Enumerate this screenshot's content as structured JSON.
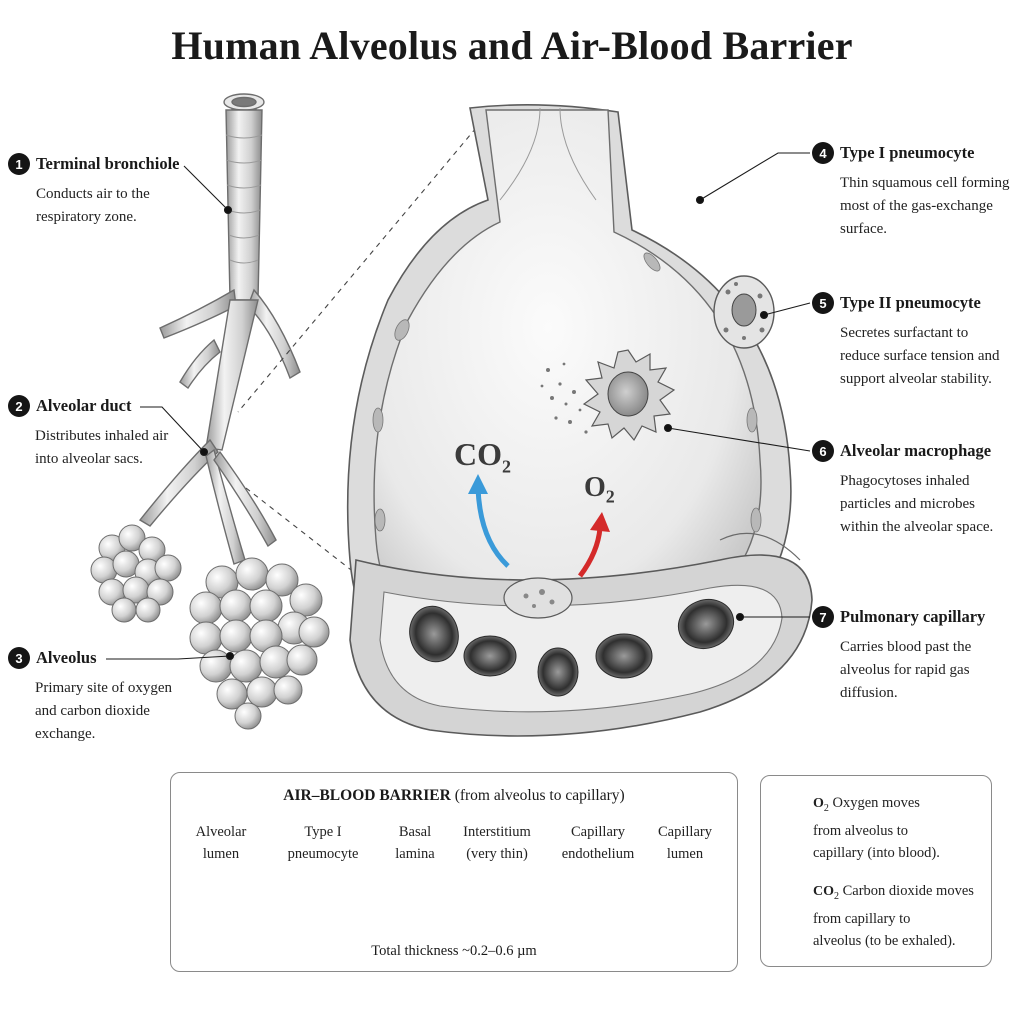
{
  "title": "Human Alveolus and Air-Blood Barrier",
  "colors": {
    "o2_arrow": "#d42a2a",
    "co2_arrow": "#3a9ad9",
    "ink": "#1a1a1a"
  },
  "labels": [
    {
      "num": "1",
      "name": "Terminal bronchiole",
      "desc": "Conducts air to the\nrespiratory zone."
    },
    {
      "num": "2",
      "name": "Alveolar duct",
      "desc": "Distributes inhaled air\ninto alveolar sacs."
    },
    {
      "num": "3",
      "name": "Alveolus",
      "desc": "Primary site of oxygen\nand carbon dioxide\nexchange."
    },
    {
      "num": "4",
      "name": "Type I pneumocyte",
      "desc": "Thin squamous cell forming\nmost of the gas-exchange\nsurface."
    },
    {
      "num": "5",
      "name": "Type II pneumocyte",
      "desc": "Secretes surfactant to\nreduce surface tension and\nsupport alveolar stability."
    },
    {
      "num": "6",
      "name": "Alveolar macrophage",
      "desc": "Phagocytoses inhaled\nparticles and microbes\nwithin the alveolar space."
    },
    {
      "num": "7",
      "name": "Pulmonary capillary",
      "desc": "Carries blood past the\nalveolus for rapid gas\ndiffusion."
    }
  ],
  "gases": {
    "co2_base": "CO",
    "o2_base": "O",
    "sub": "2"
  },
  "barrier": {
    "title_bold": "AIR–BLOOD BARRIER",
    "title_rest": " (from alveolus to capillary)",
    "columns": [
      "Alveolar\nlumen",
      "Type I\npneumocyte",
      "Basal\nlamina",
      "Interstitium\n(very thin)",
      "Capillary\nendothelium",
      "Capillary\nlumen"
    ],
    "thickness": "Total thickness ~0.2–0.6 µm"
  },
  "legend": {
    "o2_sym": "O",
    "o2_sub": "2",
    "o2_text": " Oxygen moves\nfrom alveolus to\ncapillary (into blood).",
    "co2_sym": "CO",
    "co2_sub": "2",
    "co2_text": " Carbon dioxide moves\nfrom capillary to\nalveolus (to be exhaled)."
  }
}
